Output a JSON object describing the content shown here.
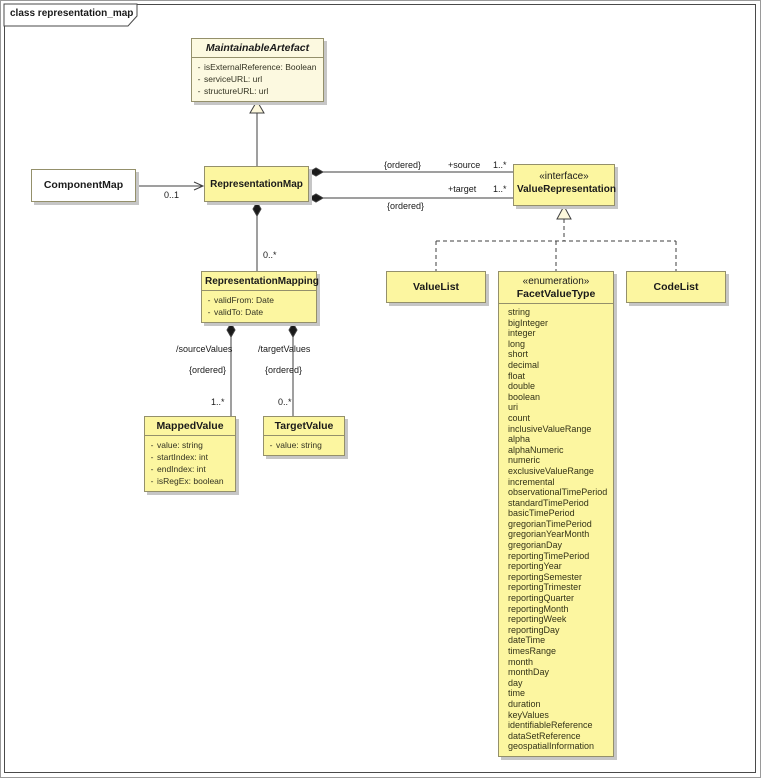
{
  "frame": {
    "title": "class representation_map"
  },
  "colors": {
    "class_fill": "#fcf6a0",
    "pale_fill": "#fcf9e0",
    "white_fill": "#ffffff",
    "class_border": "#94906b",
    "shadow": "#c6c6c6",
    "line": "#3f3f3f"
  },
  "classes": {
    "maintainableArtefact": {
      "name": "MaintainableArtefact",
      "attributes": [
        {
          "m": "-",
          "t": "isExternalReference: Boolean"
        },
        {
          "m": "-",
          "t": "serviceURL: url"
        },
        {
          "m": "-",
          "t": "structureURL: url"
        }
      ]
    },
    "componentMap": {
      "name": "ComponentMap"
    },
    "representationMap": {
      "name": "RepresentationMap"
    },
    "valueRepresentation": {
      "stereotype": "«interface»",
      "name": "ValueRepresentation"
    },
    "representationMapping": {
      "name": "RepresentationMapping",
      "attributes": [
        {
          "m": "-",
          "t": "validFrom: Date"
        },
        {
          "m": "-",
          "t": "validTo: Date"
        }
      ]
    },
    "valueList": {
      "name": "ValueList"
    },
    "codeList": {
      "name": "CodeList"
    },
    "facetValueType": {
      "stereotype": "«enumeration»",
      "name": "FacetValueType",
      "literals": [
        "string",
        "bigInteger",
        "integer",
        "long",
        "short",
        "decimal",
        "float",
        "double",
        "boolean",
        "uri",
        "count",
        "inclusiveValueRange",
        "alpha",
        "alphaNumeric",
        "numeric",
        "exclusiveValueRange",
        "incremental",
        "observationalTimePeriod",
        "standardTimePeriod",
        "basicTimePeriod",
        "gregorianTimePeriod",
        "gregorianYearMonth",
        "gregorianDay",
        "reportingTimePeriod",
        "reportingYear",
        "reportingSemester",
        "reportingTrimester",
        "reportingQuarter",
        "reportingMonth",
        "reportingWeek",
        "reportingDay",
        "dateTime",
        "timesRange",
        "month",
        "monthDay",
        "day",
        "time",
        "duration",
        "keyValues",
        "identifiableReference",
        "dataSetReference",
        "geospatialInformation"
      ]
    },
    "mappedValue": {
      "name": "MappedValue",
      "attributes": [
        {
          "m": "-",
          "t": "value: string"
        },
        {
          "m": "-",
          "t": "startIndex: int"
        },
        {
          "m": "-",
          "t": "endIndex: int"
        },
        {
          "m": "-",
          "t": "isRegEx: boolean"
        }
      ]
    },
    "targetValue": {
      "name": "TargetValue",
      "attributes": [
        {
          "m": "-",
          "t": "value: string"
        }
      ]
    }
  },
  "edges": {
    "componentMapAssoc": {
      "mult": "0..1"
    },
    "sourceAssoc": {
      "ordered": "{ordered}",
      "role": "+source",
      "mult": "1..*"
    },
    "targetAssoc": {
      "ordered": "{ordered}",
      "role": "+target",
      "mult": "1..*"
    },
    "mappingComp": {
      "mult": "0..*"
    },
    "sourceValues": {
      "role": "/sourceValues",
      "ordered": "{ordered}",
      "mult": "1..*"
    },
    "targetValues": {
      "role": "/targetValues",
      "ordered": "{ordered}",
      "mult": "0..*"
    }
  }
}
